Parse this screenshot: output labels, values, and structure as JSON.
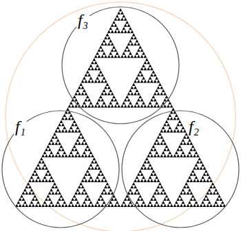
{
  "diagram": {
    "nodes": [
      {
        "text": [
          "f₃"
        ]
      },
      {
        "text": [
          "f₁"
        ]
      },
      {
        "text": [
          "f₂"
        ]
      }
    ]
  }
}
